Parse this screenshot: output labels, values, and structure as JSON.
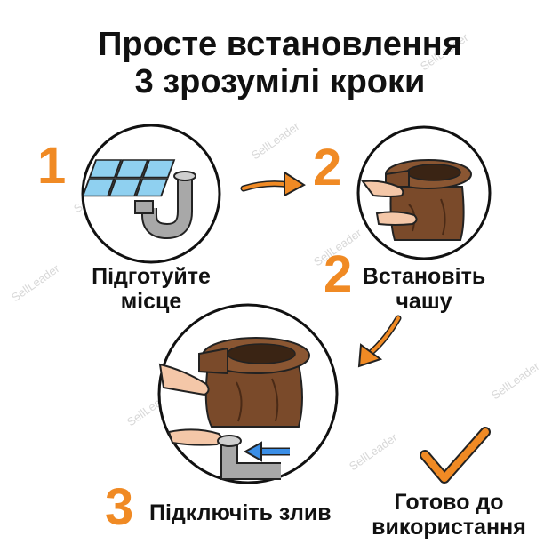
{
  "title": {
    "line1": "Просте встановлення",
    "line2": "3 зрозумілі кроки"
  },
  "steps": [
    {
      "number": "1",
      "caption_line1": "Підготуйте",
      "caption_line2": "місце"
    },
    {
      "number": "2",
      "caption_line1": "Встановіть",
      "caption_line2": "чашу"
    },
    {
      "number": "3",
      "caption_line1": "Підключіть злив"
    }
  ],
  "final": {
    "line1": "Готово до",
    "line2": "використання"
  },
  "watermark": "SellLeader",
  "colors": {
    "accent": "#f08a24",
    "wood": "#7a4a2a",
    "pipe": "#9a9a9a",
    "tile": "#8fd0f0",
    "arrow_blue": "#3a8ee6"
  },
  "icons": [
    "tile-icon",
    "pipe-icon",
    "toilet-bowl-icon",
    "hands-icon",
    "arrow-icon",
    "checkmark-icon"
  ]
}
